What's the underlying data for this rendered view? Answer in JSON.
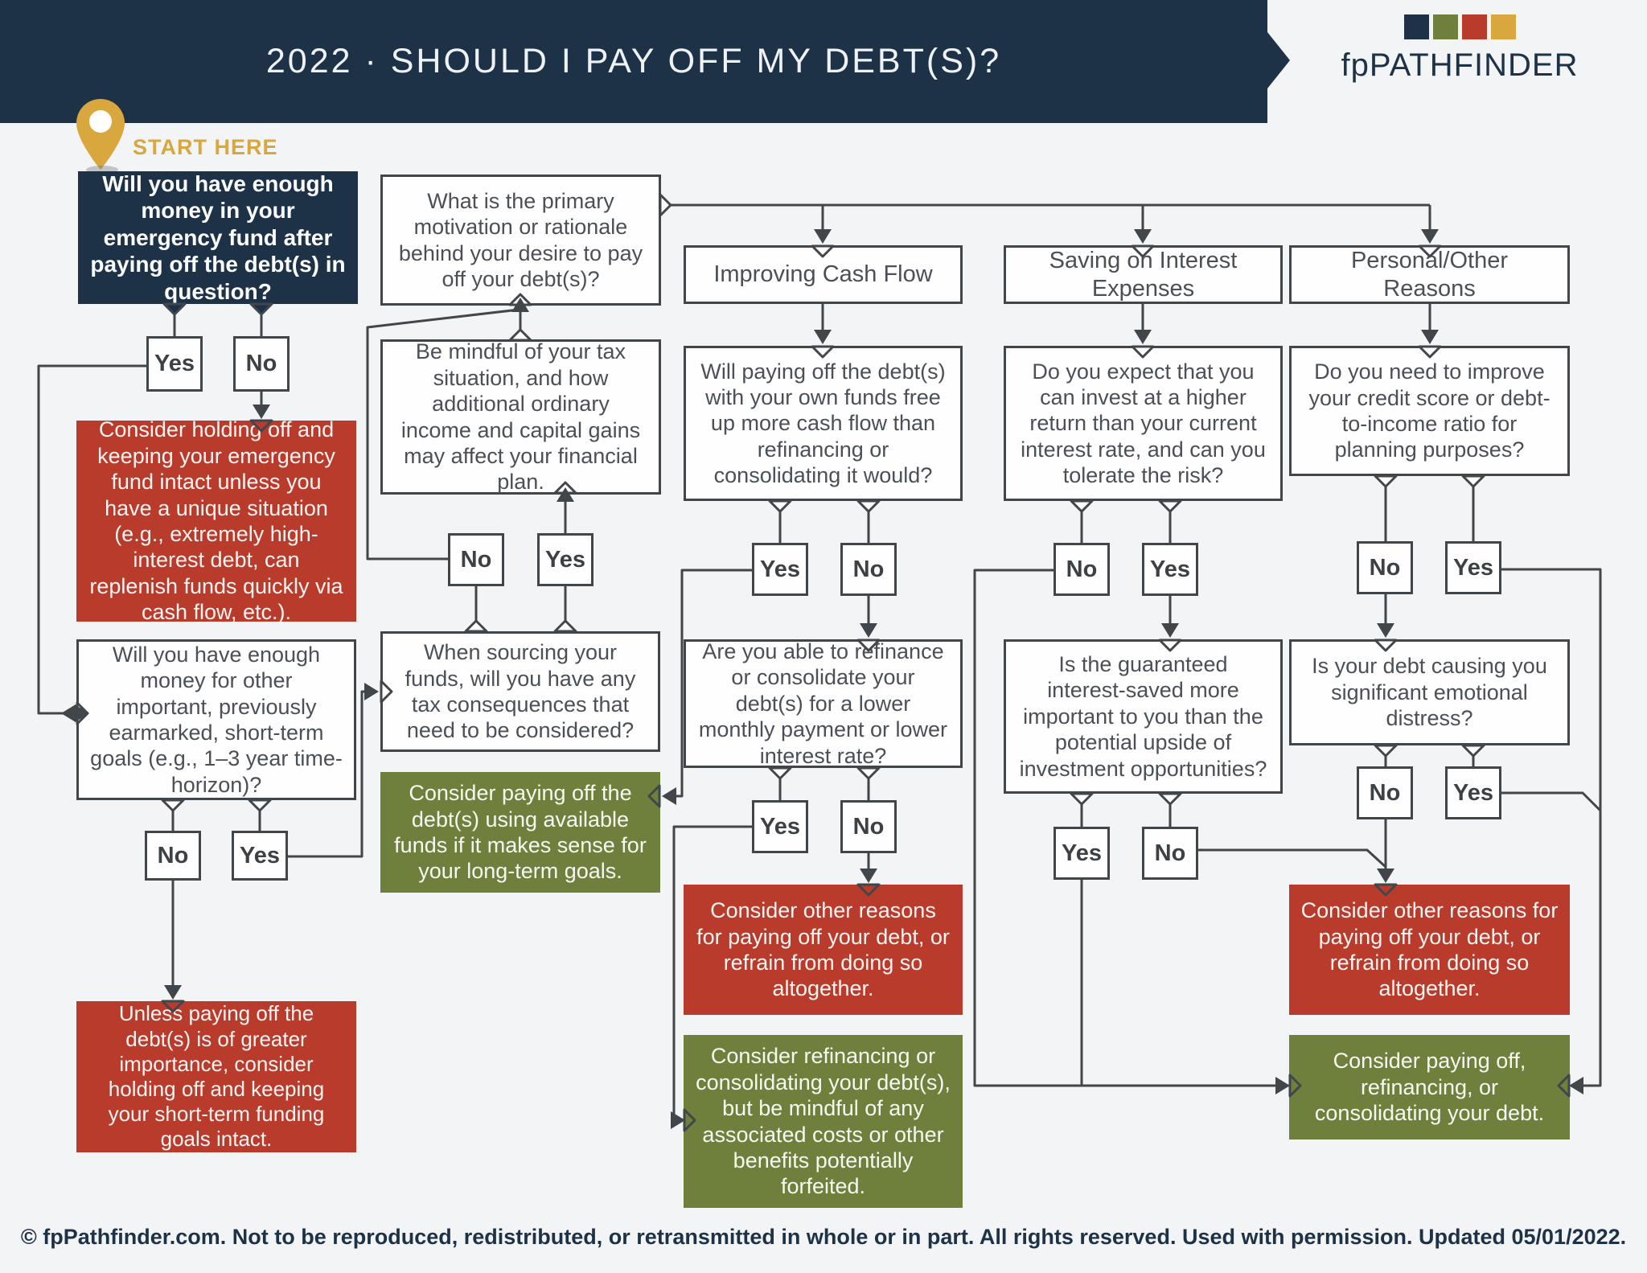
{
  "header": {
    "title": "2022 · SHOULD I PAY OFF MY DEBT(S)?",
    "logo_text": "fpPATHFINDER",
    "start_here": "START HERE"
  },
  "colors": {
    "navy": "#1e3247",
    "red": "#b93b2c",
    "green": "#6f803c",
    "gold": "#d8a73e",
    "background": "#f3f4f6",
    "line": "#41464b"
  },
  "branches": {
    "cash_flow": "Improving Cash Flow",
    "interest": "Saving on Interest Expenses",
    "personal": "Personal/Other Reasons"
  },
  "nodes": {
    "q_emergency": "Will you have enough money in your emergency fund after paying off the debt(s) in question?",
    "advice_emergency": "Consider holding off and keeping your emergency fund intact unless you have a unique situation (e.g., extremely high-interest debt, can replenish funds quickly via cash flow, etc.).",
    "q_shortterm": "Will you have enough money for other important, previously earmarked, short-term goals (e.g., 1–3 year time-horizon)?",
    "advice_shortterm": "Unless paying off the debt(s) is of greater importance, consider holding off and keeping your short-term funding goals intact.",
    "q_motivation": "What is the primary motivation or rationale behind your desire to pay off your debt(s)?",
    "advice_tax": "Be mindful of your tax situation, and how additional ordinary income and capital gains may affect your financial plan.",
    "q_sourcing": "When sourcing your funds, will you have any tax consequences that need to be considered?",
    "advice_payoff_funds": "Consider paying off the debt(s) using available funds if it makes sense for your long-term goals.",
    "q_cashflow": "Will paying off the debt(s) with your own funds free up more cash flow than refinancing or consolidating it would?",
    "q_refinance": "Are you able to refinance or consolidate your debt(s) for a lower monthly payment or lower interest rate?",
    "advice_other_reasons_cashflow": "Consider other reasons for paying off your debt, or refrain from doing so altogether.",
    "advice_refinance": "Consider refinancing or consolidating your debt(s), but be mindful of any associated costs or other benefits potentially forfeited.",
    "q_invest": "Do you expect that you can invest at a higher return than your current interest rate, and can you tolerate the risk?",
    "q_guaranteed": "Is the guaranteed interest-saved more important to you than the potential upside of investment opportunities?",
    "q_credit": "Do you need to improve your credit score or debt-to-income ratio for planning purposes?",
    "q_distress": "Is your debt causing you significant emotional distress?",
    "advice_other_reasons_personal": "Consider other reasons for paying off your debt, or refrain from doing so altogether.",
    "advice_payoff_refi": "Consider paying off, refinancing, or consolidating your debt."
  },
  "answers": {
    "emergency_yes": "Yes",
    "emergency_no": "No",
    "shortterm_no": "No",
    "shortterm_yes": "Yes",
    "sourcing_no": "No",
    "sourcing_yes": "Yes",
    "cashflow_yes": "Yes",
    "cashflow_no": "No",
    "refinance_yes": "Yes",
    "refinance_no": "No",
    "invest_no": "No",
    "invest_yes": "Yes",
    "guaranteed_yes": "Yes",
    "guaranteed_no": "No",
    "credit_no": "No",
    "credit_yes": "Yes",
    "distress_no": "No",
    "distress_yes": "Yes"
  },
  "footer": {
    "text": "© fpPathfinder.com. Not to be reproduced, redistributed, or retransmitted in whole or in part. All rights reserved. Used with permission. Updated 05/01/2022."
  }
}
